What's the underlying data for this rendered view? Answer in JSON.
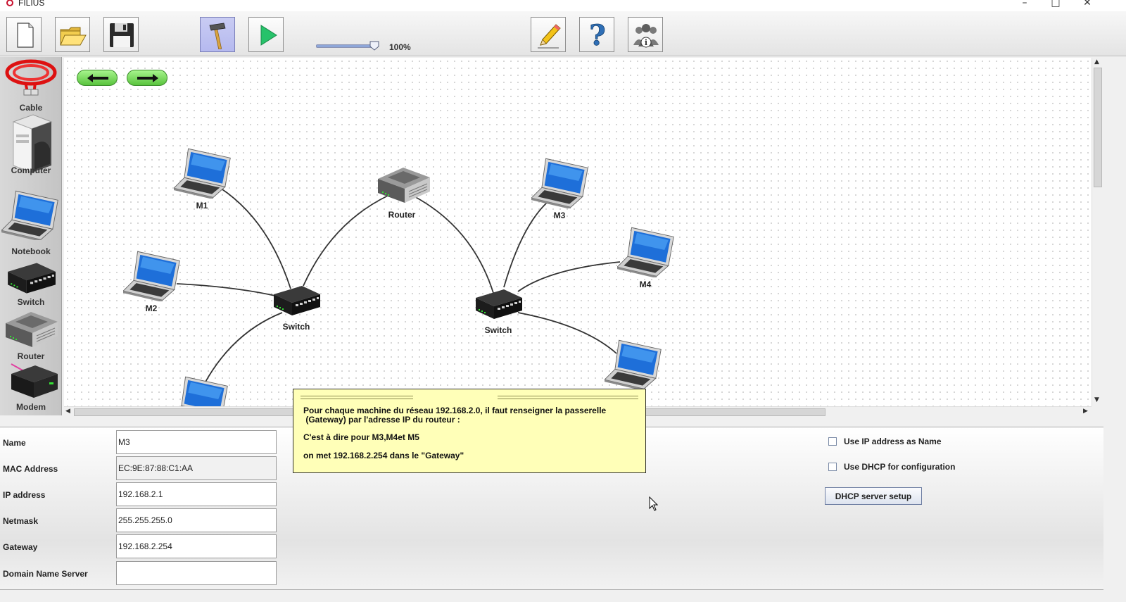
{
  "window": {
    "title": "FILIUS",
    "controls": [
      "minimize",
      "maximize",
      "close"
    ]
  },
  "toolbar": {
    "buttons": [
      {
        "name": "new-file",
        "icon": "blank-page-icon"
      },
      {
        "name": "open",
        "icon": "folder-icon"
      },
      {
        "name": "save",
        "icon": "floppy-icon"
      },
      {
        "name": "design-mode",
        "icon": "hammer-icon",
        "active": true
      },
      {
        "name": "simulation-mode",
        "icon": "play-icon"
      },
      {
        "name": "edit-docs",
        "icon": "pencil-icon"
      },
      {
        "name": "help",
        "icon": "question-icon"
      },
      {
        "name": "about",
        "icon": "people-info-icon"
      }
    ],
    "zoom_label": "100%",
    "zoom_value": 1.0
  },
  "palette": {
    "items": [
      {
        "label": "Cable",
        "icon": "cable-icon"
      },
      {
        "label": "Computer",
        "icon": "computer-icon"
      },
      {
        "label": "Notebook",
        "icon": "notebook-icon"
      },
      {
        "label": "Switch",
        "icon": "switch-icon"
      },
      {
        "label": "Router",
        "icon": "router-icon"
      },
      {
        "label": "Modem",
        "icon": "modem-icon"
      }
    ]
  },
  "canvas": {
    "nav_back": "arrow-left-icon",
    "nav_forward": "arrow-right-icon",
    "nodes": {
      "m1": "M1",
      "m2": "M2",
      "m3": "M3",
      "m4": "M4",
      "router": "Router",
      "switch_left": "Switch",
      "switch_right": "Switch"
    }
  },
  "note": {
    "lines": [
      "Pour chaque machine du réseau 192.168.2.0, il faut renseigner la passerelle",
      " (Gateway) par l'adresse IP du routeur :",
      "C'est à dire pour M3,M4et M5",
      "on met 192.168.2.254 dans le \"Gateway\""
    ]
  },
  "properties": {
    "name_label": "Name",
    "name_value": "M3",
    "mac_label": "MAC Address",
    "mac_value": "EC:9E:87:88:C1:AA",
    "ip_label": "IP address",
    "ip_value": "192.168.2.1",
    "netmask_label": "Netmask",
    "netmask_value": "255.255.255.0",
    "gateway_label": "Gateway",
    "gateway_value": "192.168.2.254",
    "dns_label": "Domain Name Server",
    "dns_value": "",
    "use_ip_as_name": "Use IP address as Name",
    "use_dhcp": "Use DHCP for configuration",
    "dhcp_button": "DHCP server setup"
  }
}
